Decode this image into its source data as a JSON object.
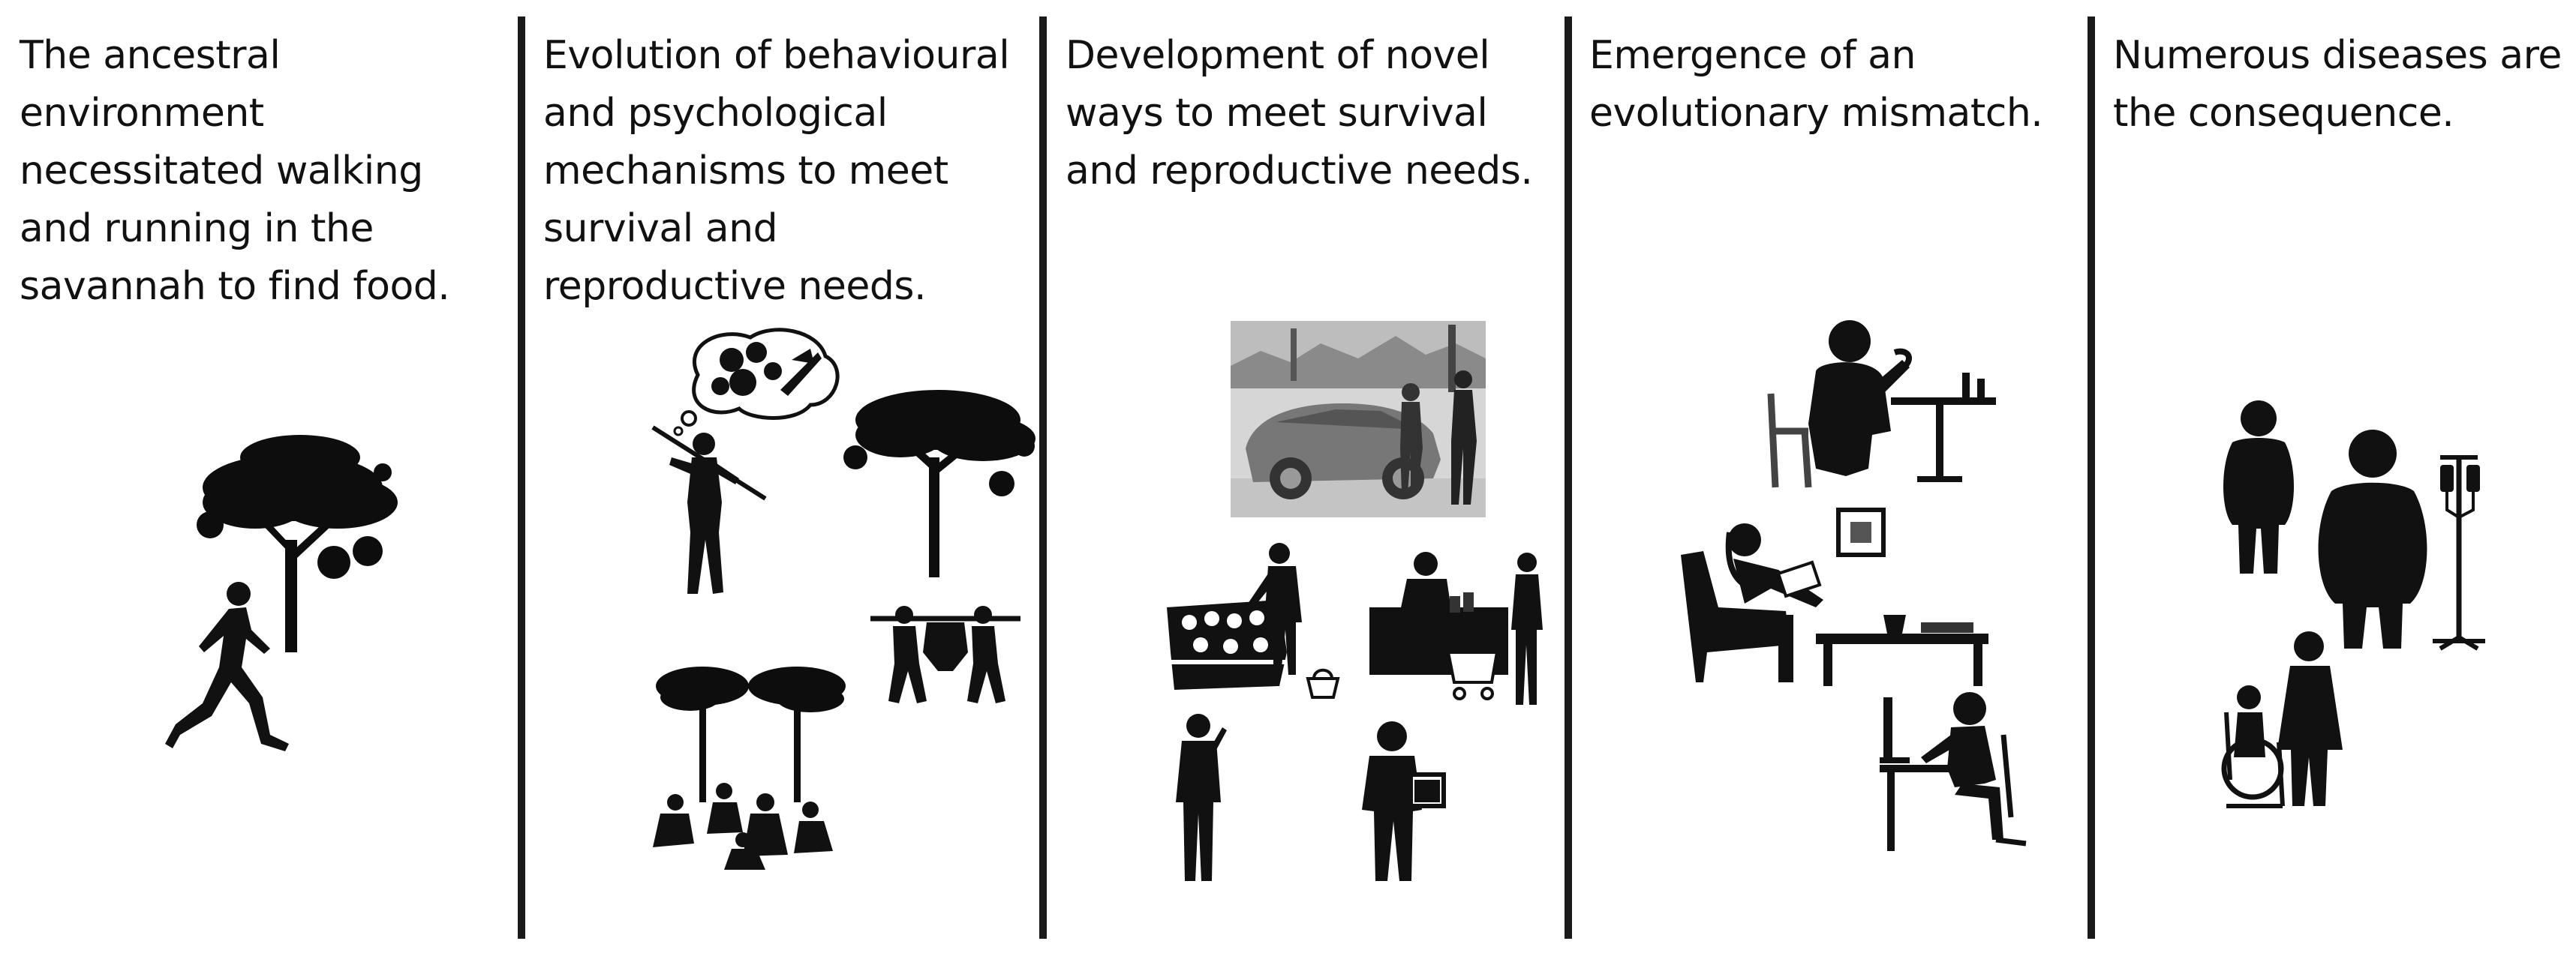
{
  "panels": [
    {
      "caption_lines": [
        "The ancestral",
        "environment",
        "necessitated walking",
        "and running in the",
        "savannah to find food."
      ]
    },
    {
      "caption_lines": [
        "Evolution of behavioural",
        "and psychological",
        "mechanisms to meet",
        "survival and",
        "reproductive needs."
      ]
    },
    {
      "caption_lines": [
        "Development of novel",
        "ways to meet survival",
        "and reproductive needs."
      ]
    },
    {
      "caption_lines": [
        "Emergence of an",
        "evolutionary mismatch."
      ]
    },
    {
      "caption_lines": [
        "Numerous diseases are",
        "the consequence."
      ]
    }
  ],
  "colors": {
    "ink": "#111111",
    "background": "#ffffff",
    "divider": "#1a1a1a"
  }
}
